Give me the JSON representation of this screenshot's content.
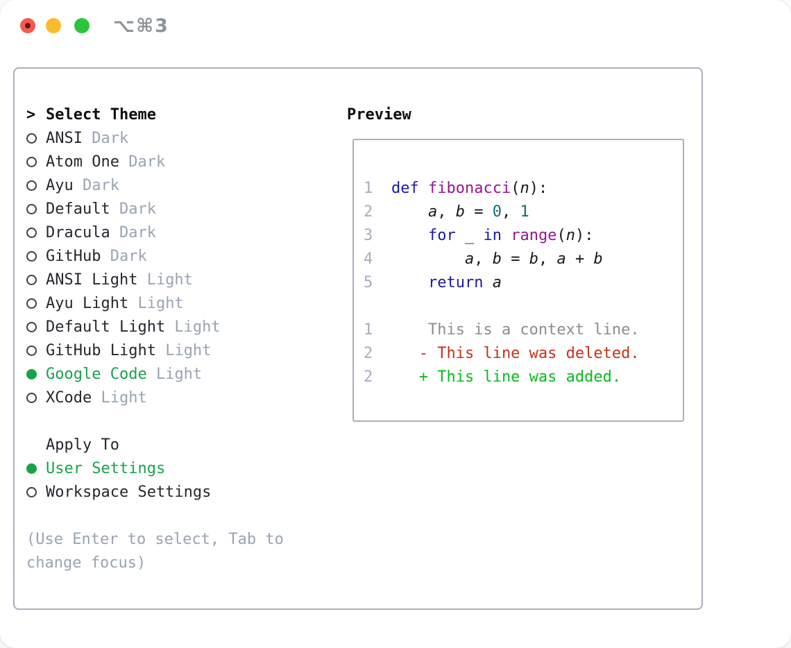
{
  "window": {
    "title": "⌥⌘3",
    "traffic_lights": {
      "close": "close",
      "minimize": "minimize",
      "zoom": "zoom"
    }
  },
  "colors": {
    "traffic_red": "#f35b51",
    "traffic_red_dot": "#6e100d",
    "traffic_yellow": "#f9bc2d",
    "traffic_green": "#2bc53d",
    "title_gray": "#8d9299",
    "frame_border": "#a9b0bd",
    "ink": "#24272e",
    "muted": "#9aa3b3",
    "green_ui": "#17a34a",
    "circle_outline": "#3c4049",
    "line_number": "#a5aebc",
    "syntax_keyword": "#1a19a8",
    "syntax_function": "#961496",
    "syntax_literal": "#0c6c6e",
    "syntax_plain": "#17181c",
    "diff_context": "#8a8d90",
    "diff_deleted": "#c43119",
    "diff_added": "#07bd17"
  },
  "theme_list": {
    "prompt": ">",
    "header": "Select Theme",
    "items": [
      {
        "name": "ANSI",
        "variant": " Dark",
        "selected": false
      },
      {
        "name": "Atom One",
        "variant": " Dark",
        "selected": false
      },
      {
        "name": "Ayu",
        "variant": " Dark",
        "selected": false
      },
      {
        "name": "Default",
        "variant": " Dark",
        "selected": false
      },
      {
        "name": "Dracula",
        "variant": " Dark",
        "selected": false
      },
      {
        "name": "GitHub",
        "variant": " Dark",
        "selected": false
      },
      {
        "name": "ANSI Light",
        "variant": " Light",
        "selected": false
      },
      {
        "name": "Ayu Light",
        "variant": " Light",
        "selected": false
      },
      {
        "name": "Default Light",
        "variant": " Light",
        "selected": false
      },
      {
        "name": "GitHub Light",
        "variant": " Light",
        "selected": false
      },
      {
        "name": "Google Code",
        "variant": " Light",
        "selected": true
      },
      {
        "name": "XCode",
        "variant": " Light",
        "selected": false
      }
    ]
  },
  "apply_to": {
    "header": "Apply To",
    "items": [
      {
        "label": "User Settings",
        "selected": true
      },
      {
        "label": "Workspace Settings",
        "selected": false
      }
    ]
  },
  "help_text": {
    "line1": "(Use Enter to select, Tab to",
    "line2": "change focus)"
  },
  "preview": {
    "header": "Preview",
    "code_lines": [
      {
        "num": "1",
        "tokens": [
          {
            "c": "kw",
            "s": "def"
          },
          {
            "c": "pln",
            "s": " "
          },
          {
            "c": "fn",
            "s": "fibonacci"
          },
          {
            "c": "pln",
            "s": "("
          },
          {
            "c": "var",
            "s": "n"
          },
          {
            "c": "pln",
            "s": "):"
          }
        ]
      },
      {
        "num": "2",
        "tokens": [
          {
            "c": "pln",
            "s": "    "
          },
          {
            "c": "var",
            "s": "a"
          },
          {
            "c": "pln",
            "s": ", "
          },
          {
            "c": "var",
            "s": "b"
          },
          {
            "c": "pln",
            "s": " = "
          },
          {
            "c": "lit",
            "s": "0"
          },
          {
            "c": "pln",
            "s": ", "
          },
          {
            "c": "lit",
            "s": "1"
          }
        ]
      },
      {
        "num": "3",
        "tokens": [
          {
            "c": "pln",
            "s": "    "
          },
          {
            "c": "kw",
            "s": "for"
          },
          {
            "c": "pln",
            "s": " _ "
          },
          {
            "c": "kw",
            "s": "in"
          },
          {
            "c": "pln",
            "s": " "
          },
          {
            "c": "fn",
            "s": "range"
          },
          {
            "c": "pln",
            "s": "("
          },
          {
            "c": "var",
            "s": "n"
          },
          {
            "c": "pln",
            "s": "):"
          }
        ]
      },
      {
        "num": "4",
        "tokens": [
          {
            "c": "pln",
            "s": "        "
          },
          {
            "c": "var",
            "s": "a"
          },
          {
            "c": "pln",
            "s": ", "
          },
          {
            "c": "var",
            "s": "b"
          },
          {
            "c": "pln",
            "s": " = "
          },
          {
            "c": "var",
            "s": "b"
          },
          {
            "c": "pln",
            "s": ", "
          },
          {
            "c": "var",
            "s": "a"
          },
          {
            "c": "pln",
            "s": " + "
          },
          {
            "c": "var",
            "s": "b"
          }
        ]
      },
      {
        "num": "5",
        "tokens": [
          {
            "c": "pln",
            "s": "    "
          },
          {
            "c": "kw",
            "s": "return"
          },
          {
            "c": "pln",
            "s": " "
          },
          {
            "c": "var",
            "s": "a"
          }
        ]
      },
      {
        "spacer": true
      },
      {
        "num": "1",
        "tokens": [
          {
            "c": "ctx",
            "s": "    This is a context line."
          }
        ]
      },
      {
        "num": "2",
        "tokens": [
          {
            "c": "del",
            "s": "   - This line was deleted."
          }
        ]
      },
      {
        "num": "2",
        "tokens": [
          {
            "c": "add",
            "s": "   + This line was added."
          }
        ]
      }
    ]
  }
}
